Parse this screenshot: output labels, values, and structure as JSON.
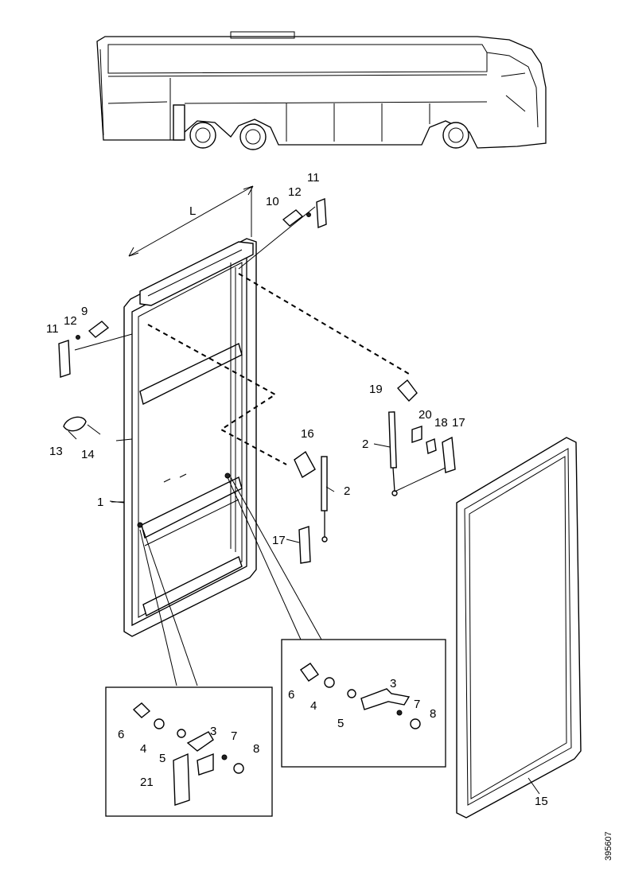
{
  "callouts": {
    "c1": "1",
    "c2a": "2",
    "c2b": "2",
    "c9": "9",
    "c10": "10",
    "c11a": "11",
    "c11b": "11",
    "c12a": "12",
    "c12b": "12",
    "c13": "13",
    "c14": "14",
    "c15": "15",
    "c16": "16",
    "c17a": "17",
    "c17b": "17",
    "c18": "18",
    "c19": "19",
    "c20": "20",
    "c3a": "3",
    "c3b": "3",
    "c4a": "4",
    "c4b": "4",
    "c5a": "5",
    "c5b": "5",
    "c6a": "6",
    "c6b": "6",
    "c7a": "7",
    "c7b": "7",
    "c8a": "8",
    "c8b": "8",
    "c21": "21"
  },
  "dimension_label": "L",
  "document_id": "395607"
}
